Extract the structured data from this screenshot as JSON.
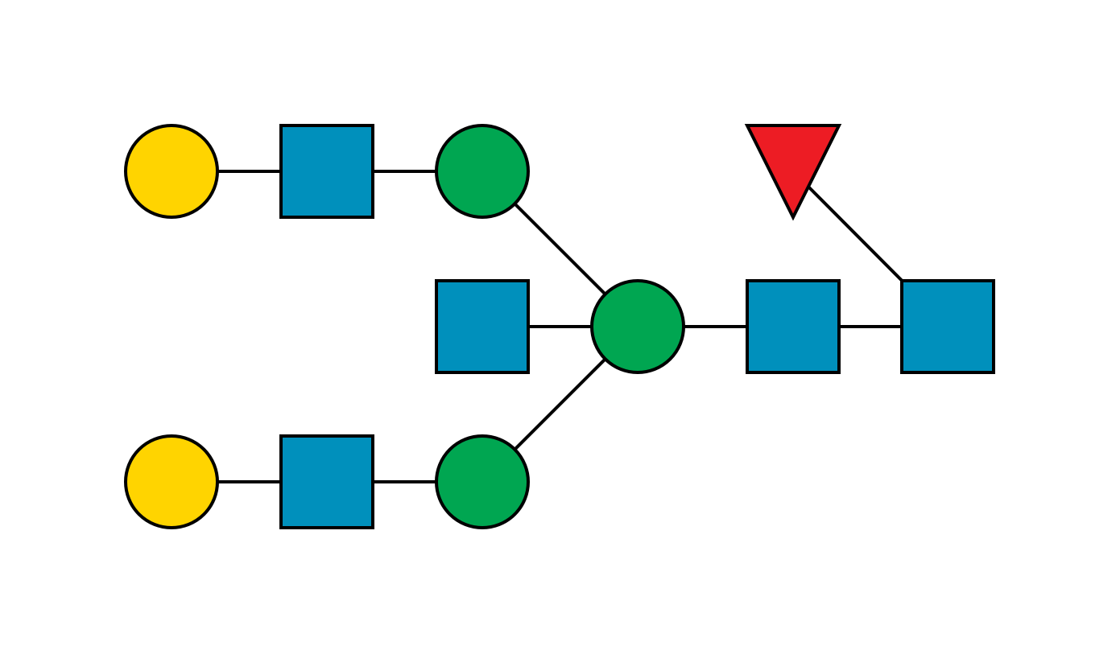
{
  "diagram": {
    "kind": "glycan-snfg",
    "colors": {
      "background": "#ffffff",
      "stroke": "#000000",
      "galactose_yellow": "#FFD400",
      "glcnac_blue": "#0090BC",
      "mannose_green": "#00A651",
      "fucose_red": "#ED1C24"
    },
    "nodes": [
      {
        "id": "gal-top",
        "shape": "circle",
        "color": "galactose_yellow",
        "icon": "yellow-circle-icon"
      },
      {
        "id": "glcnac-top",
        "shape": "square",
        "color": "glcnac_blue",
        "icon": "blue-square-icon"
      },
      {
        "id": "man-top",
        "shape": "circle",
        "color": "mannose_green",
        "icon": "green-circle-icon"
      },
      {
        "id": "fuc",
        "shape": "triangle",
        "color": "fucose_red",
        "icon": "red-triangle-icon"
      },
      {
        "id": "glcnac-bisect",
        "shape": "square",
        "color": "glcnac_blue",
        "icon": "blue-square-icon"
      },
      {
        "id": "man-core",
        "shape": "circle",
        "color": "mannose_green",
        "icon": "green-circle-icon"
      },
      {
        "id": "glcnac-core-1",
        "shape": "square",
        "color": "glcnac_blue",
        "icon": "blue-square-icon"
      },
      {
        "id": "glcnac-core-2",
        "shape": "square",
        "color": "glcnac_blue",
        "icon": "blue-square-icon"
      },
      {
        "id": "gal-bottom",
        "shape": "circle",
        "color": "galactose_yellow",
        "icon": "yellow-circle-icon"
      },
      {
        "id": "glcnac-bottom",
        "shape": "square",
        "color": "glcnac_blue",
        "icon": "blue-square-icon"
      },
      {
        "id": "man-bottom",
        "shape": "circle",
        "color": "mannose_green",
        "icon": "green-circle-icon"
      }
    ],
    "edges": [
      [
        "gal-top",
        "glcnac-top"
      ],
      [
        "glcnac-top",
        "man-top"
      ],
      [
        "man-top",
        "man-core"
      ],
      [
        "gal-bottom",
        "glcnac-bottom"
      ],
      [
        "glcnac-bottom",
        "man-bottom"
      ],
      [
        "man-bottom",
        "man-core"
      ],
      [
        "glcnac-bisect",
        "man-core"
      ],
      [
        "man-core",
        "glcnac-core-1"
      ],
      [
        "glcnac-core-1",
        "glcnac-core-2"
      ],
      [
        "fuc",
        "glcnac-core-2"
      ]
    ]
  }
}
